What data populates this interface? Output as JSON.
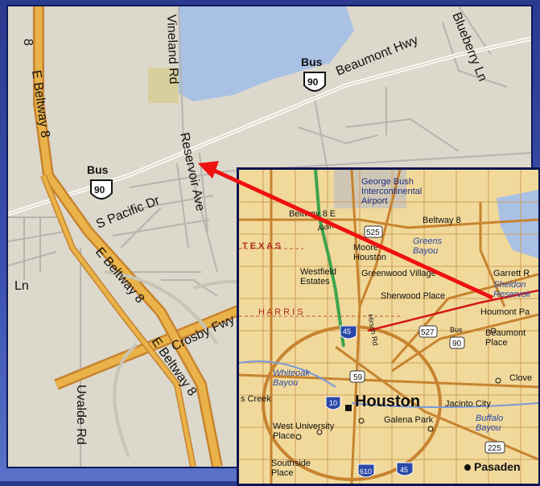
{
  "main_map": {
    "labels": {
      "beltway_top": "E Beltway 8",
      "vineland": "Vineland Rd",
      "beaumont_hwy": "Beaumont Hwy",
      "blueberry": "Blueberry Ln",
      "bus_top": "Bus",
      "route_top": "90",
      "bus_left": "Bus",
      "route_left": "90",
      "reservoir": "Reservoir Ave",
      "pacific": "S Pacific Dr",
      "beltway_mid": "E Beltway 8",
      "crosby": "Crosby Fwy",
      "beltway_low": "E Beltway 8",
      "uvalde": "Uvalde Rd",
      "ln": "Ln",
      "beltway_edge": "8"
    }
  },
  "inset_map": {
    "labels": {
      "airport": "George Bush\nIntercontinental\nAirport",
      "beltway_n": "Beltway 8 E",
      "beltway_ne": "Beltway 8",
      "r525": "525",
      "greens_bayou": "Greens\nBayou",
      "texas": "T E X A S",
      "moore_houston": "Moore\nHouston",
      "westfield": "Westfield\nEstates",
      "greenwood": "Greenwood Village",
      "garrett": "Garrett R",
      "sheldon": "Sheldon\nReservoir",
      "houmont": "Houmont Pa",
      "sherwood": "Sherwood Place",
      "harris": "H A R R I S",
      "i45_n": "45",
      "r527": "527",
      "bus_small": "Bus",
      "r90": "90",
      "beaumont_place": "Beaumont\nPlace",
      "i59": "59",
      "whiteoak": "Whiteoak\nBayou",
      "cloverleaf": "Clove",
      "houston": "Houston",
      "creek": "s Creek",
      "i10": "10",
      "jacinto": "Jacinto City",
      "galena": "Galena Park",
      "buffalo": "Buffalo\nBayou",
      "west_univ": "West University\nPlace",
      "r225": "225",
      "southside": "Southside\nPlace",
      "i610": "610",
      "i45_s": "45",
      "pasadena": "Pasaden",
      "hirsch": "Hirsch Rd",
      "aldine": "Aldine"
    }
  },
  "colors": {
    "arrow": "#ee1111",
    "main_bg": "#dcd8cc",
    "inset_bg": "#f1d99b",
    "water": "#a9c1e4",
    "highway": "#e9b349",
    "major_road": "#c7832f"
  }
}
